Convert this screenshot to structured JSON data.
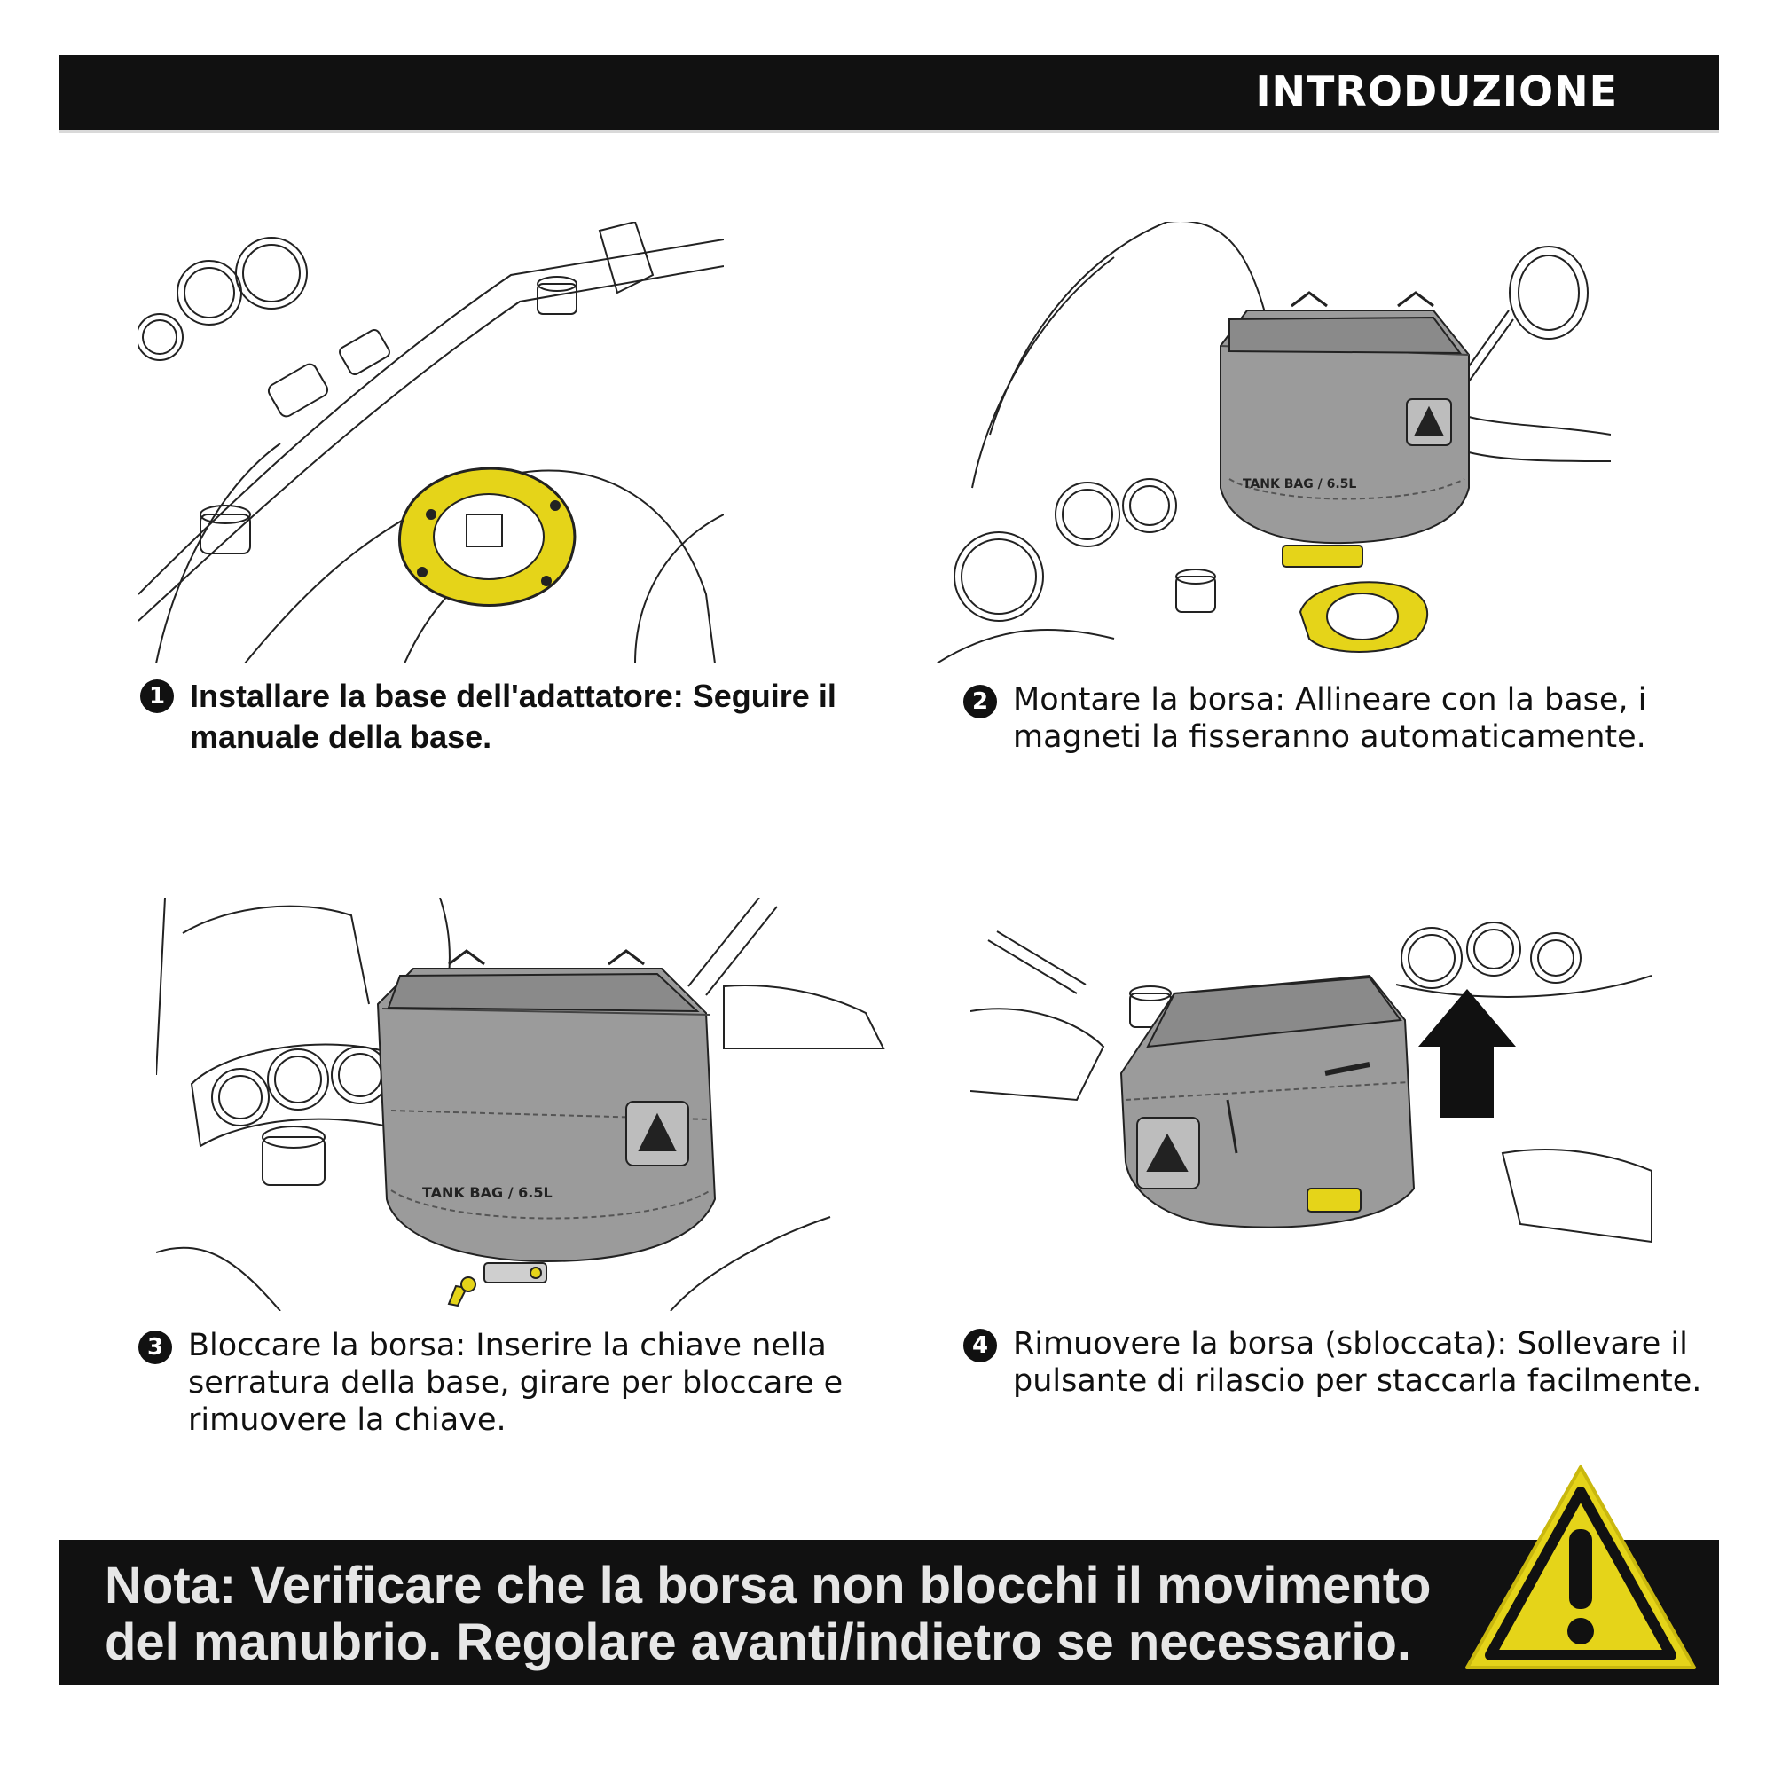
{
  "header": {
    "title": "INTRODUZIONE"
  },
  "steps": [
    {
      "number": "1",
      "text": "Installare la base dell'adattatore: Seguire il manuale della base."
    },
    {
      "number": "2",
      "text": "Montare la borsa: Allineare con la base, i magneti la fisseranno automaticamente."
    },
    {
      "number": "3",
      "text": "Bloccare la borsa: Inserire la chiave nella serratura della base, girare per bloccare e rimuovere la chiave."
    },
    {
      "number": "4",
      "text": "Rimuovere la borsa (sbloccata): Sollevare il pulsante di rilascio per staccarla facilmente."
    }
  ],
  "bag_label": "TANK BAG / 6.5L",
  "note": {
    "text": "Nota: Verificare che la borsa non blocchi il movimento del manubrio. Regolare avanti/indietro se necessario."
  },
  "colors": {
    "accent_yellow": "#e5d419",
    "bar": "#111111",
    "bag_gray": "#9b9b9b"
  },
  "icons": [
    "warning-triangle-icon",
    "up-arrow-icon"
  ]
}
